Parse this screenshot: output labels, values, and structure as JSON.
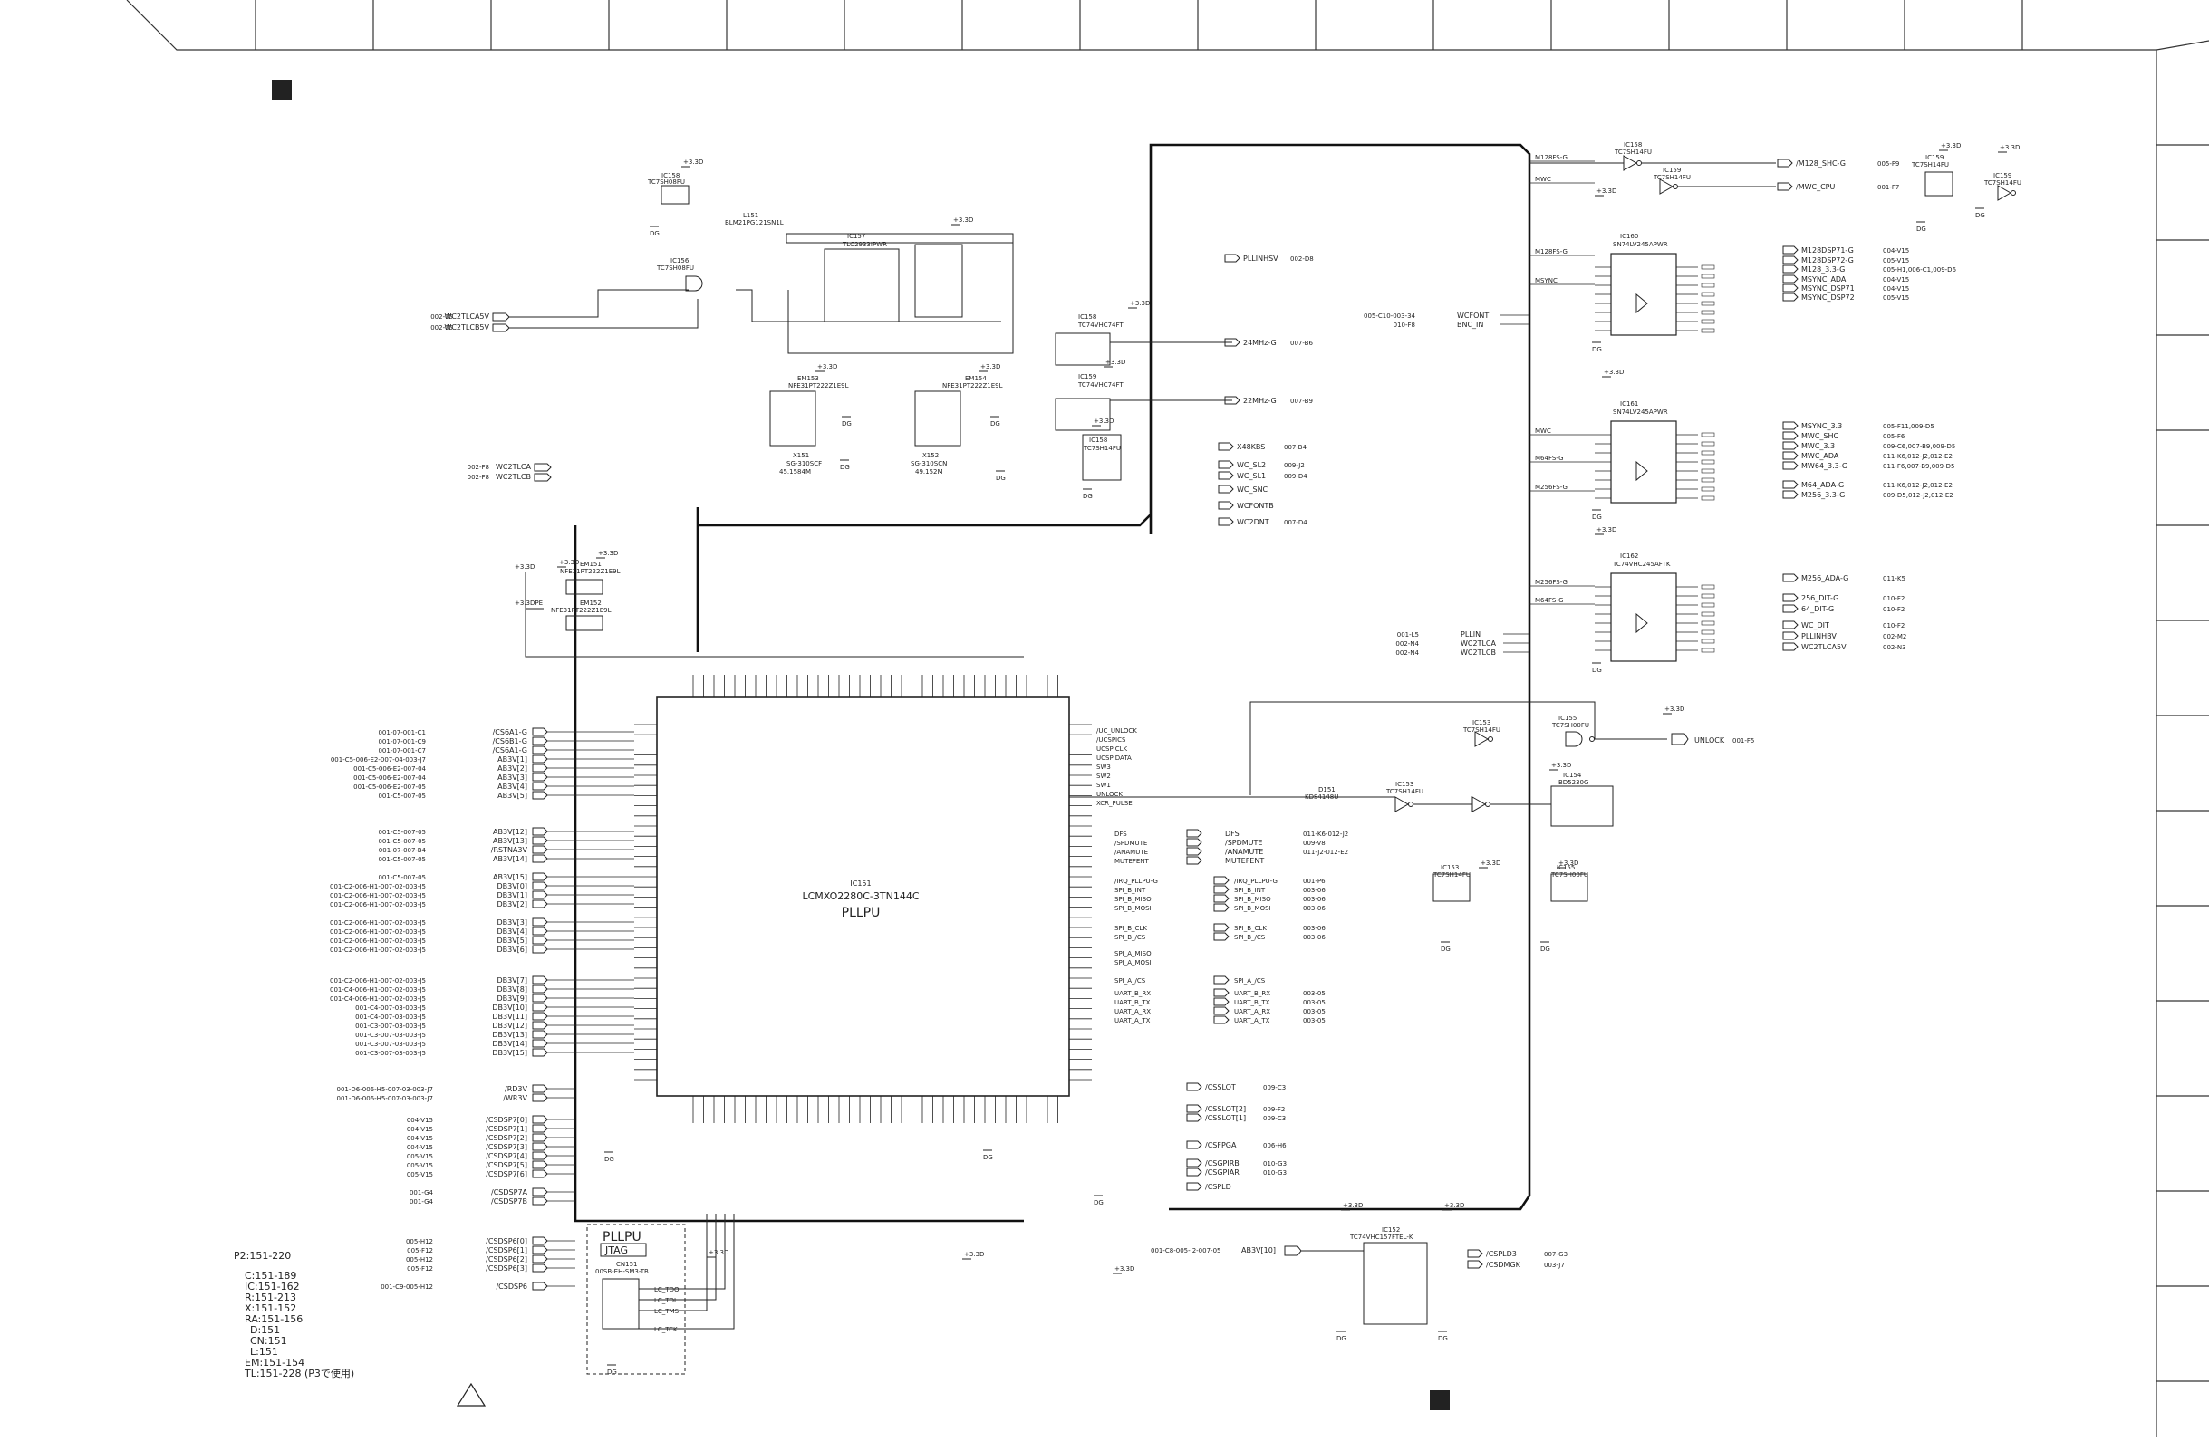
{
  "chip": {
    "ref": "IC151",
    "part": "LCMXO2280C-3TN144C",
    "name": "PLLPU"
  },
  "top_ics": [
    {
      "ref": "IC158",
      "part": "TC7SH08FU"
    },
    {
      "ref": "IC157",
      "part": "TLC2933IPWR"
    },
    {
      "ref": "IC156",
      "part": "TC7SH08FU"
    },
    {
      "ref": "IC158",
      "part": "TC74VHC74FT"
    },
    {
      "ref": "IC159",
      "part": "TC74VHC74FT"
    },
    {
      "ref": "IC158",
      "part": "TC7SH14FU"
    },
    {
      "ref": "IC159",
      "part": "TC7SH14FU"
    },
    {
      "ref": "IC160",
      "part": "SN74LV245APWR"
    },
    {
      "ref": "IC161",
      "part": "SN74LV245APWR"
    },
    {
      "ref": "IC162",
      "part": "TC74VHC245AFTK"
    },
    {
      "ref": "IC153",
      "part": "TC7SH14FU"
    },
    {
      "ref": "IC155",
      "part": "TC7SH00FU"
    },
    {
      "ref": "IC154",
      "part": "BD5230G"
    },
    {
      "ref": "IC152",
      "part": "TC74VHC157FTEL-K"
    }
  ],
  "oscillators": [
    {
      "ref": "X151",
      "part": "SG-310SCF",
      "freq": "45.1584M",
      "em": "EM153",
      "filter": "NFE31PT222Z1E9L"
    },
    {
      "ref": "X152",
      "part": "SG-310SCN",
      "freq": "49.152M",
      "em": "EM154",
      "filter": "NFE31PT222Z1E9L"
    }
  ],
  "power_filters": [
    {
      "ref": "EM151",
      "part": "NFE31PT222Z1E9L",
      "rail": "+3.3D"
    },
    {
      "ref": "EM152",
      "part": "NFE31PT222Z1E9L",
      "rail": "+3.3DPE"
    }
  ],
  "inductor": {
    "ref": "L151",
    "part": "BLM21PG121SN1L"
  },
  "diode": {
    "ref": "D151",
    "part": "KDS4148U"
  },
  "right_outputs": [
    "/M128_SHC-G",
    "/MWC_CPU",
    "M128DSP71-G",
    "M128DSP72-G",
    "M128_3.3-G",
    "MSYNC_ADA",
    "MSYNC_DSP71",
    "MSYNC_DSP72",
    "MSYNC_3.3",
    "MWC_SHC",
    "MWC_3.3",
    "MWC_ADA",
    "MW64_3.3-G",
    "M64_ADA-G",
    "M256_3.3-G",
    "M256_ADA-G",
    "256_DIT-G",
    "64_DIT-G",
    "WC_DIT",
    "PLLINHBV",
    "WC2TLCA5V",
    "WC2TLCB5V",
    "UNLOCK"
  ],
  "right_refs": [
    "005-F9",
    "001-F7",
    "004-V15",
    "005-V15",
    "005-H1,006-C1,009-D6",
    "004-V15",
    "004-V15",
    "005-V15",
    "005-F11,009-D5",
    "005-F6",
    "009-C6,007-B9,009-D5",
    "011-K6,012-J2,012-E2",
    "011-F6,007-B9,009-D5",
    "011-K6,012-J2,012-E2",
    "009-D5,012-J2,012-E2",
    "011-K5",
    "010-F2",
    "010-F2",
    "010-F2",
    "002-M2",
    "002-N3",
    "002-N3",
    "001-F5"
  ],
  "left_pins": [
    "/CS6A1-G",
    "/CS6B1-G",
    "/CS6A1-G",
    "AB3V[1]",
    "AB3V[2]",
    "AB3V[3]",
    "AB3V[4]",
    "AB3V[5]",
    "AB3V[12]",
    "AB3V[13]",
    "/RSTNA3V",
    "AB3V[14]",
    "AB3V[15]",
    "DB3V[0]",
    "DB3V[1]",
    "DB3V[2]",
    "DB3V[3]",
    "DB3V[4]",
    "DB3V[5]",
    "DB3V[6]",
    "DB3V[7]",
    "DB3V[8]",
    "DB3V[9]",
    "DB3V[10]",
    "DB3V[11]",
    "DB3V[12]",
    "DB3V[13]",
    "DB3V[14]",
    "DB3V[15]"
  ],
  "left_refs": [
    "001-07-001-C1",
    "001-07-001-C9",
    "001-07-001-C7",
    "001-C5-006-E2-007-04-003-J7",
    "001-C5-006-E2-007-04",
    "001-C5-006-E2-007-04",
    "001-C5-006-E2-007-05",
    "001-C5-007-05",
    "001-C5-007-05",
    "001-C5-007-05",
    "001-07-007-B4",
    "001-C5-007-05",
    "001-C5-007-05",
    "001-C2-006-H1-007-02-003-J5",
    "001-C2-006-H1-007-02-003-J5",
    "001-C2-006-H1-007-02-003-J5",
    "001-C2-006-H1-007-02-003-J5",
    "001-C2-006-H1-007-02-003-J5",
    "001-C2-006-H1-007-02-003-J5",
    "001-C2-006-H1-007-02-003-J5",
    "001-C2-006-H1-007-02-003-J5",
    "001-C4-006-H1-007-02-003-J5",
    "001-C4-006-H1-007-02-003-J5",
    "001-C4-007-03-003-J5",
    "001-C4-007-03-003-J5",
    "001-C3-007-03-003-J5",
    "001-C3-007-03-003-J5",
    "001-C3-007-03-003-J5",
    "001-C3-007-03-003-J5"
  ],
  "left_bottom_pins": [
    "/RD3V",
    "/WR3V",
    "/CSDSP7[0]",
    "/CSDSP7[1]",
    "/CSDSP7[2]",
    "/CSDSP7[3]",
    "/CSDSP7[4]",
    "/CSDSP7[5]",
    "/CSDSP7[6]",
    "/CSDSP7A",
    "/CSDSP7B",
    "/CSDSP6[0]",
    "/CSDSP6[1]",
    "/CSDSP6[2]",
    "/CSDSP6[3]",
    "/CSDSP6"
  ],
  "left_bottom_refs": [
    "001-D6-006-H5-007-03-003-J7",
    "001-D6-006-H5-007-03-003-J7",
    "004-V15",
    "004-V15",
    "004-V15",
    "004-V15",
    "005-V15",
    "005-V15",
    "005-V15",
    "001-G4",
    "001-G4",
    "005-H12",
    "005-F12",
    "005-H12",
    "005-F12",
    "001-C9-005-H12"
  ],
  "mid_right_signals": [
    "/UC_UNLOCK",
    "/UCSPICS",
    "UCSPICLK",
    "UCSPIDATA",
    "SW3",
    "SW2",
    "SW1",
    "UNLOCK",
    "XCR_PULSE",
    "DFS",
    "/SPDMUTE",
    "/ANAMUTE",
    "MUTEFENT",
    "/IRQ_PLLPU-G",
    "SPI_B_INT",
    "SPI_B_MISO",
    "SPI_B_MOSI",
    "SPI_B_CLK",
    "SPI_B_/CS",
    "SPI_A_MISO",
    "SPI_A_MOSI",
    "SPI_A_/CS",
    "UART_B_RX",
    "UART_B_TX",
    "UART_A_RX",
    "UART_A_TX"
  ],
  "mid_right_refs": [
    "011-K6-012-J2",
    "009-V8",
    "011-J2-012-E2",
    "",
    "001-P6",
    "003-06",
    "003-06",
    "003-06",
    "003-06",
    "003-06",
    "",
    "",
    "",
    "003-05",
    "003-05",
    "003-05",
    "003-05"
  ],
  "bottom_signals": [
    "/CSSLOT",
    "/CSSLOT[2]",
    "/CSSLOT[1]",
    "/CSFPGA",
    "/CSGPIRB",
    "/CSGPIAR",
    "/CSPLD",
    "/CSPLD3",
    "/CSDMGK"
  ],
  "bottom_refs": [
    "009-C3",
    "009-F2",
    "009-C3",
    "006-H6",
    "010-G3",
    "010-G3",
    "",
    "007-G3",
    "003-J7"
  ],
  "clock_outputs": [
    {
      "label": "PLLINHSV",
      "ref": "002-D8"
    },
    {
      "label": "24MHz-G",
      "ref": "007-B6"
    },
    {
      "label": "22MHz-G",
      "ref": "007-B9"
    },
    {
      "label": "X48KBS",
      "ref": "007-B4"
    },
    {
      "label": "WC_SL2",
      "ref": "009-J2"
    },
    {
      "label": "WC_SL1",
      "ref": "009-D4"
    },
    {
      "label": "WC_SNC",
      "ref": ""
    },
    {
      "label": "WCFONTB",
      "ref": ""
    },
    {
      "label": "WC2DNT",
      "ref": "007-D4"
    }
  ],
  "left_clock_inputs": [
    {
      "label": "WC2TLCA5V",
      "ref": "002-05"
    },
    {
      "label": "WC2TLCB5V",
      "ref": "002-05"
    },
    {
      "label": "WC2TLCA",
      "ref": "002-F8"
    },
    {
      "label": "WC2TLCB",
      "ref": "002-F8"
    }
  ],
  "right_mid_inputs": [
    {
      "label": "WCFONT",
      "ref": "005-C10-003-34"
    },
    {
      "label": "BNC_IN",
      "ref": "010-F8"
    },
    {
      "label": "PLLIN",
      "ref": "001-L5"
    },
    {
      "label": "WC2TLCA",
      "ref": "002-N4"
    },
    {
      "label": "WC2TLCB",
      "ref": "002-N4"
    }
  ],
  "jtag": {
    "title": "PLLPU",
    "subtitle": "JTAG",
    "connector": "CN151",
    "part": "00SB-EH-SM3-TB",
    "pins": [
      "LC_TDO",
      "LC_TDI",
      "LC_TMS",
      "LC_TCK"
    ]
  },
  "ref_list": {
    "title": "P2:151-220",
    "lines": [
      "C:151-189",
      "IC:151-162",
      "R:151-213",
      "X:151-152",
      "RA:151-156",
      "D:151",
      "CN:151",
      "L:151",
      "EM:151-154",
      "TL:151-228 (P3で使用)"
    ]
  },
  "ab3v10": {
    "label": "AB3V[10]",
    "ref": "001-C8-005-I2-007-05"
  },
  "rails": {
    "vcc": "+3.3D",
    "gnd": "DG"
  }
}
